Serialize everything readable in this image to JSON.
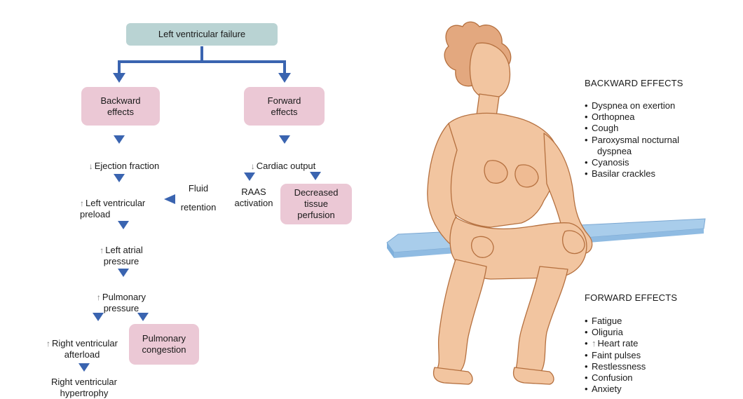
{
  "flowchart": {
    "top": "Left ventricular failure",
    "backward_box": "Backward\neffects",
    "forward_box": "Forward\neffects",
    "ejection_fraction": "Ejection fraction",
    "cardiac_output": "Cardiac output",
    "lv_preload": "Left ventricular\npreload",
    "fluid_retention_1": "Fluid",
    "fluid_retention_2": "retention",
    "raas": "RAAS\nactivation",
    "decreased_perfusion": "Decreased\ntissue\nperfusion",
    "left_atrial": "Left atrial\npressure",
    "pulmonary_pressure": "Pulmonary\npressure",
    "rv_afterload": "Right ventricular\nafterload",
    "pulmonary_congestion": "Pulmonary\ncongestion",
    "rv_hypertrophy": "Right ventricular\nhypertrophy"
  },
  "backward_effects": {
    "title": "BACKWARD EFFECTS",
    "items": [
      "Dyspnea on exertion",
      "Orthopnea",
      "Cough",
      "Paroxysmal nocturnal",
      "dyspnea",
      "Cyanosis",
      "Basilar crackles"
    ]
  },
  "forward_effects": {
    "title": "FORWARD EFFECTS",
    "items": [
      "Fatigue",
      "Oliguria",
      "Heart rate",
      "Faint pulses",
      "Restlessness",
      "Confusion",
      "Anxiety"
    ]
  },
  "colors": {
    "arrow": "#3a64b0",
    "arrow_light": "#8fa9d6",
    "top_box": "#b9d3d3",
    "pink_box": "#ebc8d5",
    "skin": "#f2c5a0",
    "skin_line": "#b5703f",
    "bench": "#9cc4e8"
  }
}
